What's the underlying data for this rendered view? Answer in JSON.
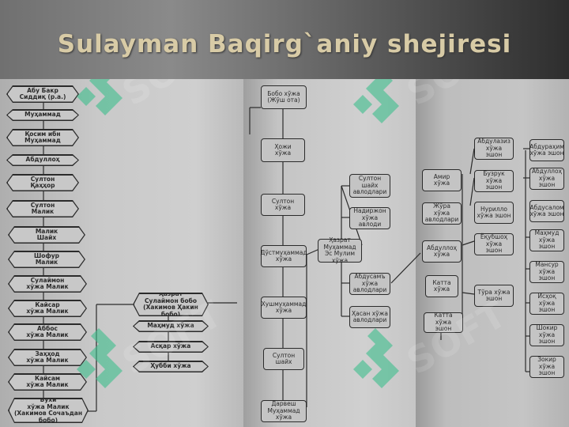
{
  "title": "Sulayman Baqirg`aniy shejiresi",
  "left_column": [
    "Абу Бакр\nСиддиқ (р.а.)",
    "Муҳаммад",
    "Қосим ибн\nМуҳаммад",
    "Абдуллоҳ",
    "Султон\nҚаҳҳор",
    "Султон\nМалик",
    "Малик\nШайх",
    "Шофур\nМалик",
    "Сулаймон\nхўжа Малик",
    "Кайсар\nхўжа Малик",
    "Аббос\nхўжа Малик",
    "Заҳҳод\nхўжа Малик",
    "Кайсам\nхўжа Малик",
    "Бухи\nхўжа Малик\n(Хакимов Сочаъдан бобо)"
  ],
  "left_branch": [
    "Ҳазрат\nСулаймон бобо\n(Хакимов Ҳакин бобо)",
    "Маҳмуд хўжа",
    "Асқар хўжа",
    "Ҳубби хўжа"
  ],
  "middle_column": [
    "Бобо хўжа\n(Жўш ота)",
    "Ҳожи\nхўжа",
    "Султон\nхўжа",
    "Дўстмуҳаммад\nхўжа",
    "Хушмуҳаммад\nхўжа",
    "Султон\nшайх",
    "Дарвеш\nМуҳаммад хўжа"
  ],
  "center_node": "Ҳазрат Муҳаммад\nЭс Мулим хўжа",
  "right_branch": [
    "Султон шайх\nавлодлари",
    "Надиржон хўжа\nавлоди",
    "Абдусамъ хўжа\nавлодлари",
    "Ҳасан хўжа\nавлодлари"
  ],
  "far_col1": [
    "Амир\nхўжа",
    "Жўра хўжа\nавлодлари",
    "Абдуллоҳ\nхўжа",
    "Катта\nхўжа",
    "Катта хўжа\nэшон"
  ],
  "far_col2": [
    "Абдулазиз хўжа\nэшон",
    "Бузрук хўжа\nэшон",
    "Нурилло\nхўжа эшон",
    "Ёқубшоҳ хўжа\nэшон",
    "Тўра хўжа\nэшон"
  ],
  "far_col3": [
    "Абдураҳим\nхўжа эшон",
    "Абдуллоҳ\nхўжа эшон",
    "Абдусалом\nхўжа эшон",
    "Маҳмуд\nхўжа эшон",
    "Мансур\nхўжа эшон",
    "Исҳоқ\nхўжа эшон",
    "Шокир\nхўжа эшон",
    "Зокир\nхўжа эшон"
  ],
  "watermark": "SOFT"
}
